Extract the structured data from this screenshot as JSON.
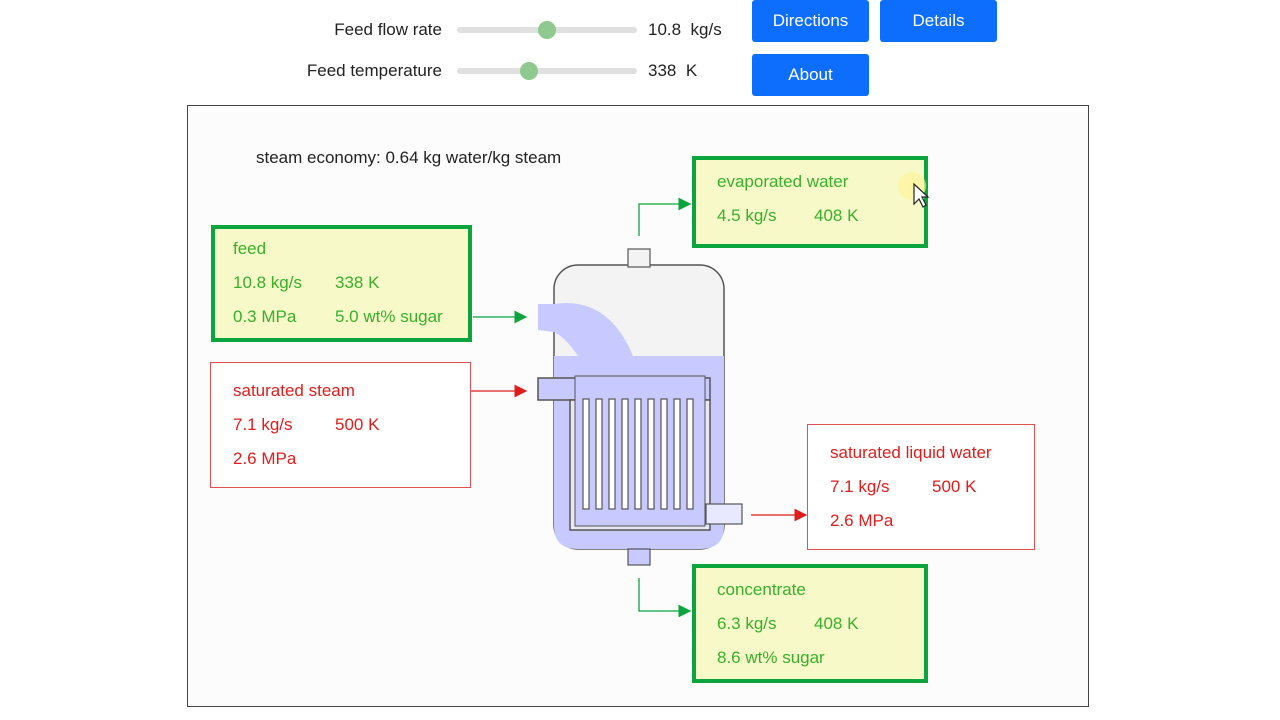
{
  "controls": {
    "feed_flow": {
      "label": "Feed flow rate",
      "value": "10.8",
      "unit": "kg/s",
      "level": 0.5
    },
    "feed_temp": {
      "label": "Feed temperature",
      "value": "338",
      "unit": "K",
      "level": 0.4
    }
  },
  "buttons": {
    "directions": "Directions",
    "details": "Details",
    "about": "About"
  },
  "economy": "steam economy: 0.64 kg water/kg steam",
  "feed": {
    "title": "feed",
    "flow": "10.8 kg/s",
    "temp": "338 K",
    "pressure": "0.3 MPa",
    "conc": "5.0 wt% sugar"
  },
  "steam": {
    "title": "saturated steam",
    "flow": "7.1 kg/s",
    "temp": "500 K",
    "pressure": "2.6 MPa"
  },
  "evaporated": {
    "title": "evaporated water",
    "flow": "4.5 kg/s",
    "temp": "408 K"
  },
  "liquid": {
    "title": "saturated liquid water",
    "flow": "7.1 kg/s",
    "temp": "500 K",
    "pressure": "2.6 MPa"
  },
  "concentrate": {
    "title": "concentrate",
    "flow": "6.3 kg/s",
    "temp": "408 K",
    "conc": "8.6 wt% sugar"
  },
  "colors": {
    "green": "#0aa53c",
    "red": "#e01c1c",
    "liquid": "#c8caff",
    "button": "#0d6efd"
  }
}
